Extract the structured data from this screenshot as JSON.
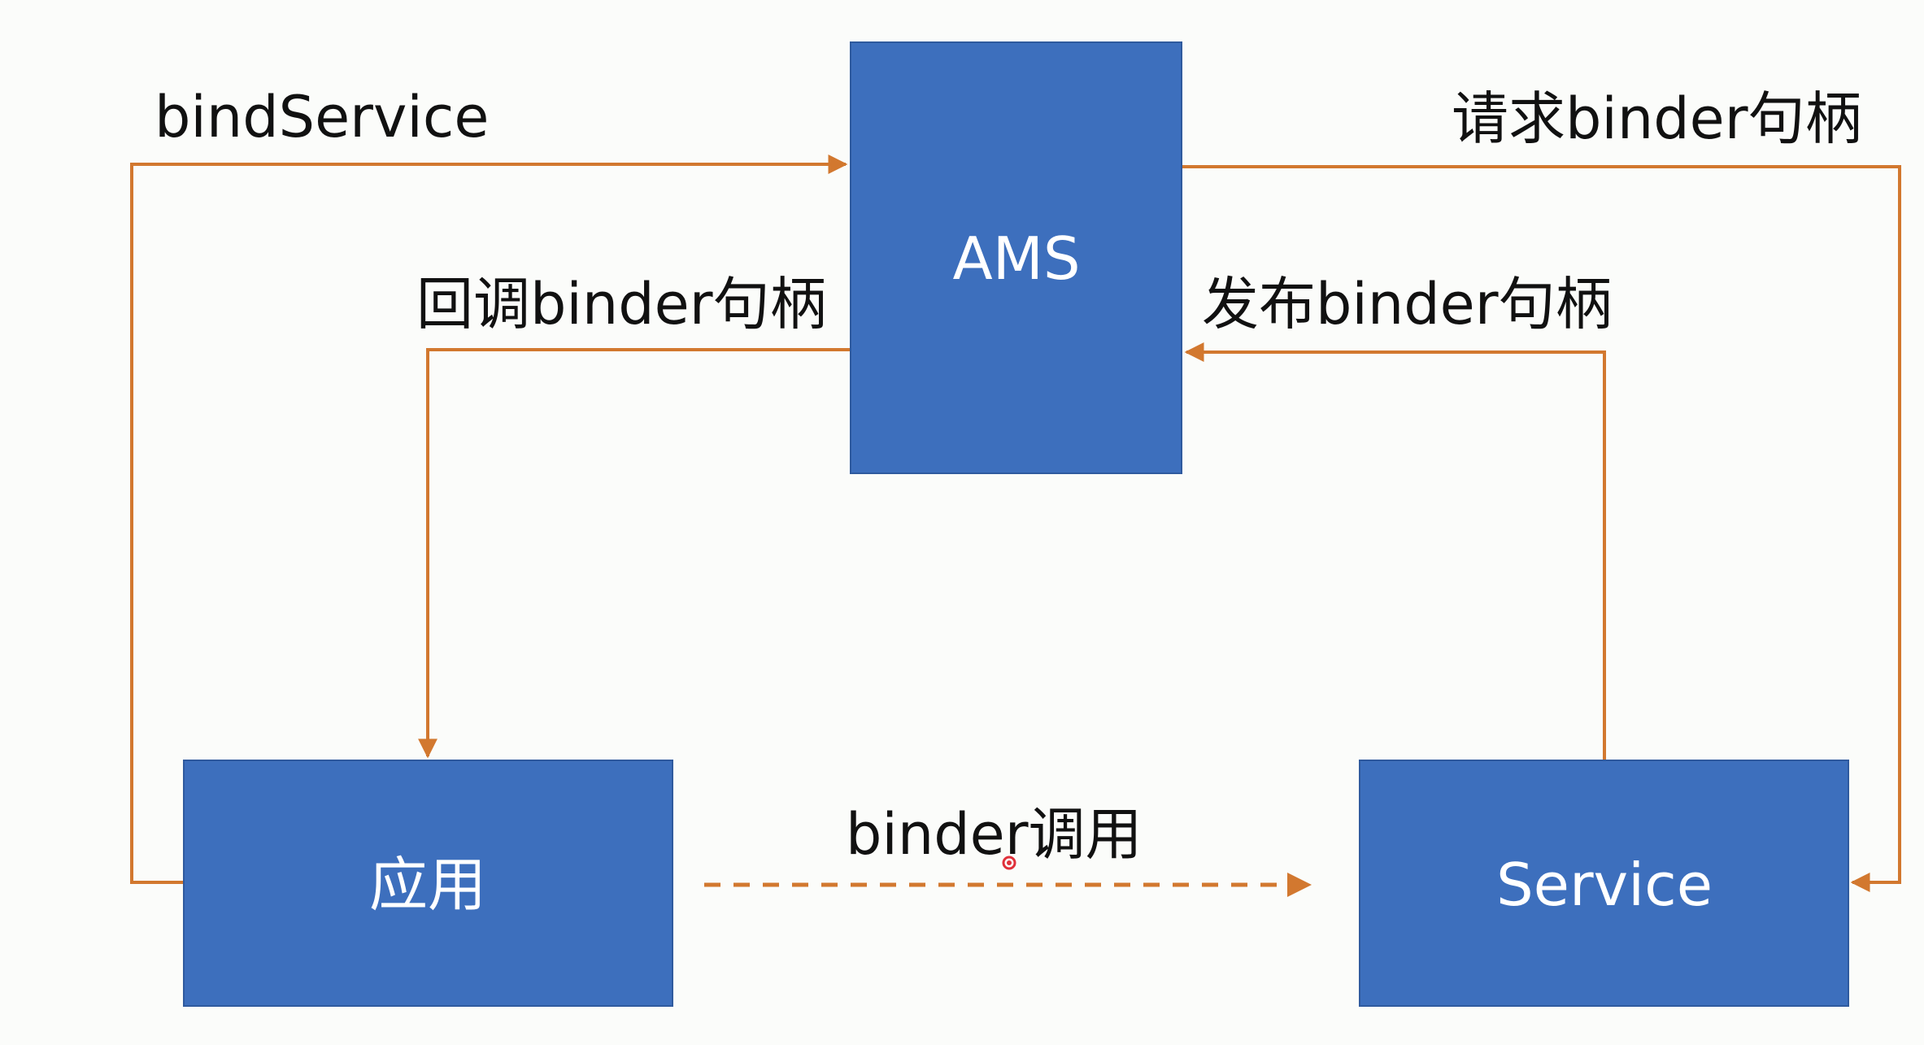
{
  "diagram": {
    "nodes": {
      "ams": {
        "label": "AMS"
      },
      "app": {
        "label": "应用"
      },
      "service": {
        "label": "Service"
      }
    },
    "edges": {
      "bind_service": {
        "label": "bindService",
        "from": "app",
        "to": "ams"
      },
      "request_binder": {
        "label": "请求binder句柄",
        "from": "ams",
        "to": "service"
      },
      "publish_binder": {
        "label": "发布binder句柄",
        "from": "service",
        "to": "ams"
      },
      "callback_binder": {
        "label": "回调binder句柄",
        "from": "ams",
        "to": "app"
      },
      "binder_call": {
        "label": "binder调用",
        "from": "app",
        "to": "service",
        "style": "dashed"
      }
    }
  },
  "colors": {
    "node_fill": "#3d6fbd",
    "node_border": "#2f5a9e",
    "edge": "#d2782f",
    "background": "#fbfcfa",
    "label_text": "#111111",
    "node_text": "#ffffff",
    "cursor_dot": "#e0303a"
  }
}
